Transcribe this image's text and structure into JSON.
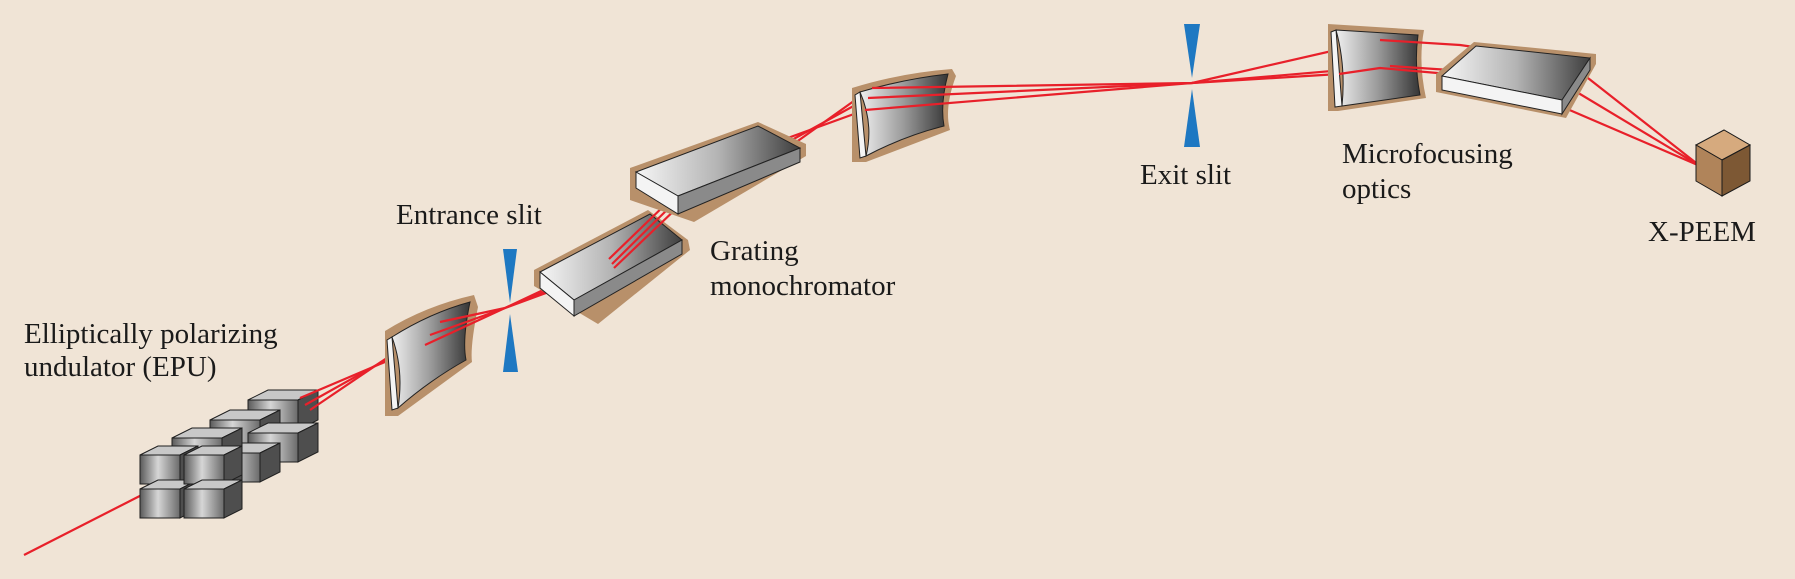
{
  "labels": {
    "epu_line1": "Elliptically polarizing",
    "epu_line2": "undulator (EPU)",
    "entrance_slit": "Entrance slit",
    "grating_line1": "Grating",
    "grating_line2": "monochromator",
    "exit_slit": "Exit slit",
    "micro_line1": "Microfocusing",
    "micro_line2": "optics",
    "xpeem": "X-PEEM"
  },
  "colors": {
    "background": "#f0e4d6",
    "beam": "#e8202a",
    "slit": "#1e78c2",
    "mirror_frame": "#b8906a",
    "detector": "#b0845a"
  }
}
